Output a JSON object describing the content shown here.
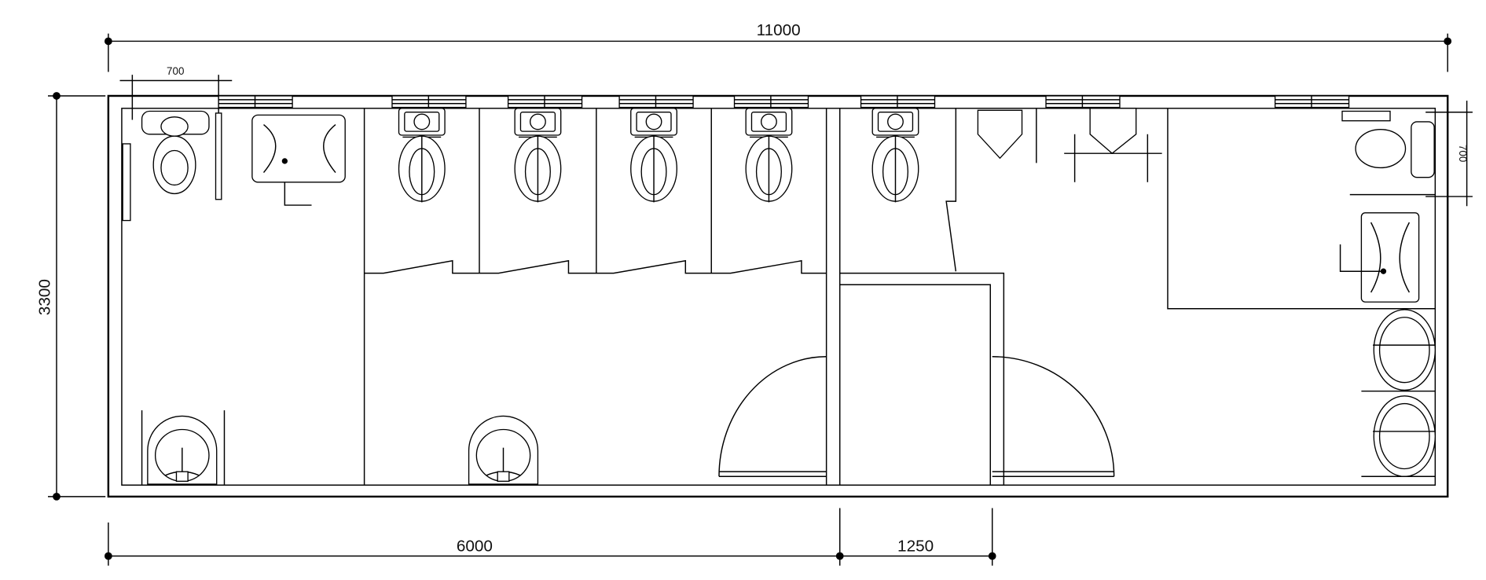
{
  "dimensions": {
    "overall_width": "11000",
    "overall_depth": "3300",
    "left_section": "6000",
    "corridor": "1250",
    "accessible_toilet_clearance": "700",
    "right_toilet_clearance": "700"
  },
  "colors": {
    "line": "#000000",
    "background": "#ffffff"
  }
}
